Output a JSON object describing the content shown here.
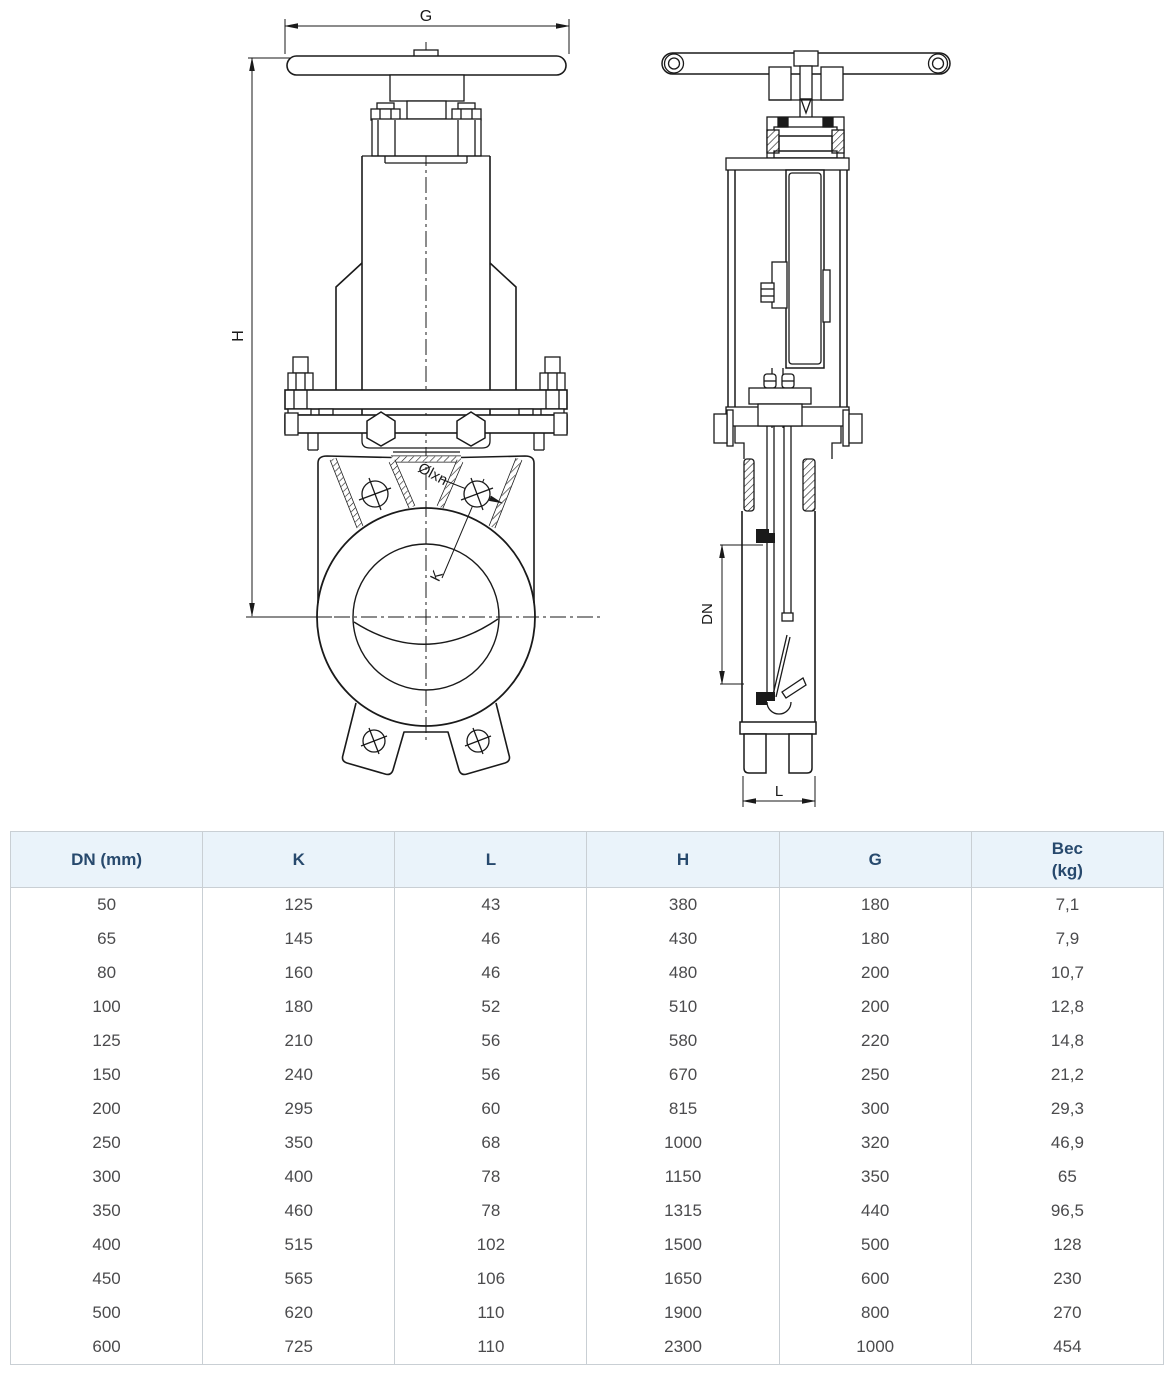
{
  "drawing": {
    "front_view": {
      "dim_g": "G",
      "dim_h": "H",
      "dim_k": "K",
      "bolt_pattern": "Ølxn"
    },
    "side_view": {
      "dim_dn": "DN",
      "dim_l": "L"
    }
  },
  "table": {
    "headers": [
      {
        "label": "DN (mm)",
        "sub": ""
      },
      {
        "label": "K",
        "sub": ""
      },
      {
        "label": "L",
        "sub": ""
      },
      {
        "label": "H",
        "sub": ""
      },
      {
        "label": "G",
        "sub": ""
      },
      {
        "label": "Bec",
        "sub": "(kg)"
      }
    ],
    "rows": [
      [
        "50",
        "125",
        "43",
        "380",
        "180",
        "7,1"
      ],
      [
        "65",
        "145",
        "46",
        "430",
        "180",
        "7,9"
      ],
      [
        "80",
        "160",
        "46",
        "480",
        "200",
        "10,7"
      ],
      [
        "100",
        "180",
        "52",
        "510",
        "200",
        "12,8"
      ],
      [
        "125",
        "210",
        "56",
        "580",
        "220",
        "14,8"
      ],
      [
        "150",
        "240",
        "56",
        "670",
        "250",
        "21,2"
      ],
      [
        "200",
        "295",
        "60",
        "815",
        "300",
        "29,3"
      ],
      [
        "250",
        "350",
        "68",
        "1000",
        "320",
        "46,9"
      ],
      [
        "300",
        "400",
        "78",
        "1150",
        "350",
        "65"
      ],
      [
        "350",
        "460",
        "78",
        "1315",
        "440",
        "96,5"
      ],
      [
        "400",
        "515",
        "102",
        "1500",
        "500",
        "128"
      ],
      [
        "450",
        "565",
        "106",
        "1650",
        "600",
        "230"
      ],
      [
        "500",
        "620",
        "110",
        "1900",
        "800",
        "270"
      ],
      [
        "600",
        "725",
        "110",
        "2300",
        "1000",
        "454"
      ]
    ]
  }
}
